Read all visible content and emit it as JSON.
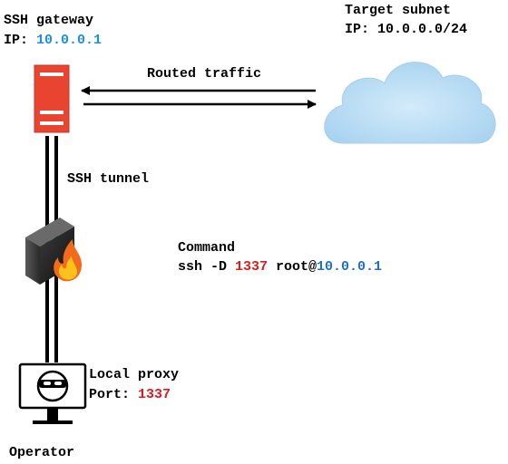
{
  "gateway": {
    "title": "SSH gateway",
    "ip_label": "IP:",
    "ip_value": "10.0.0.1"
  },
  "subnet": {
    "title": "Target subnet",
    "ip_label": "IP:",
    "ip_value": "10.0.0.0/24"
  },
  "links": {
    "routed_traffic": "Routed traffic",
    "ssh_tunnel": "SSH tunnel"
  },
  "command": {
    "title": "Command",
    "prefix": "ssh -D ",
    "port": "1337",
    "user": " root@",
    "host": "10.0.0.1"
  },
  "proxy": {
    "title": "Local proxy",
    "port_label": "Port:",
    "port_value": "1337"
  },
  "operator": {
    "label": "Operator"
  },
  "colors": {
    "ip_blue": "#1a8fe3",
    "port_red": "#e01b1b",
    "server_red": "#e8442f",
    "cloud_blue": "#b9dcf3"
  },
  "icons": [
    "server-icon",
    "cloud-icon",
    "firewall-icon",
    "operator-monitor-icon"
  ]
}
